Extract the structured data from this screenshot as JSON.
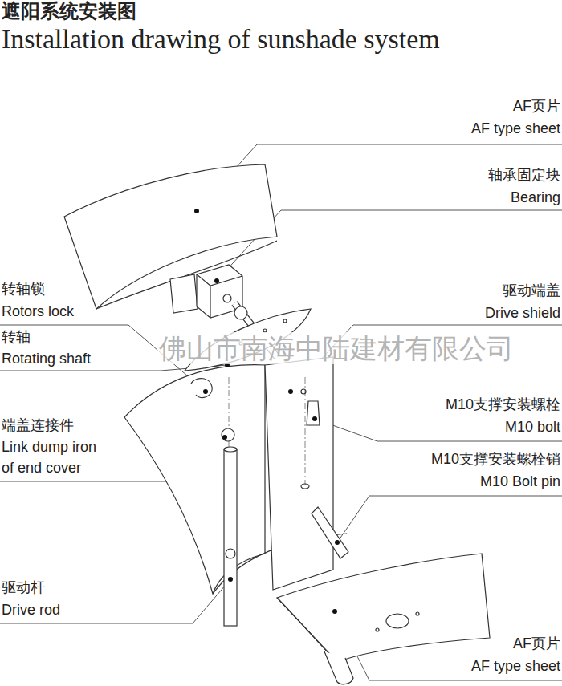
{
  "diagram": {
    "title": "遮阳系统安装图",
    "labels": [
      "Installation drawing of sunshade system",
      "AF页片",
      "AF type sheet",
      "轴承固定块",
      "Bearing",
      "转轴锁",
      "Rotors lock",
      "驱动端盖",
      "Drive shield",
      "转轴",
      "Rotating shaft",
      "佛山市南海中陆建材有限公司",
      "端盖连接件",
      "Link dump iron",
      "of end cover",
      "M10支撑安装螺栓",
      "M10 bolt",
      "M10支撑安装螺栓销",
      "M10 Bolt pin",
      "驱动杆",
      "Drive rod",
      "AF页片",
      "AF type sheet"
    ]
  }
}
